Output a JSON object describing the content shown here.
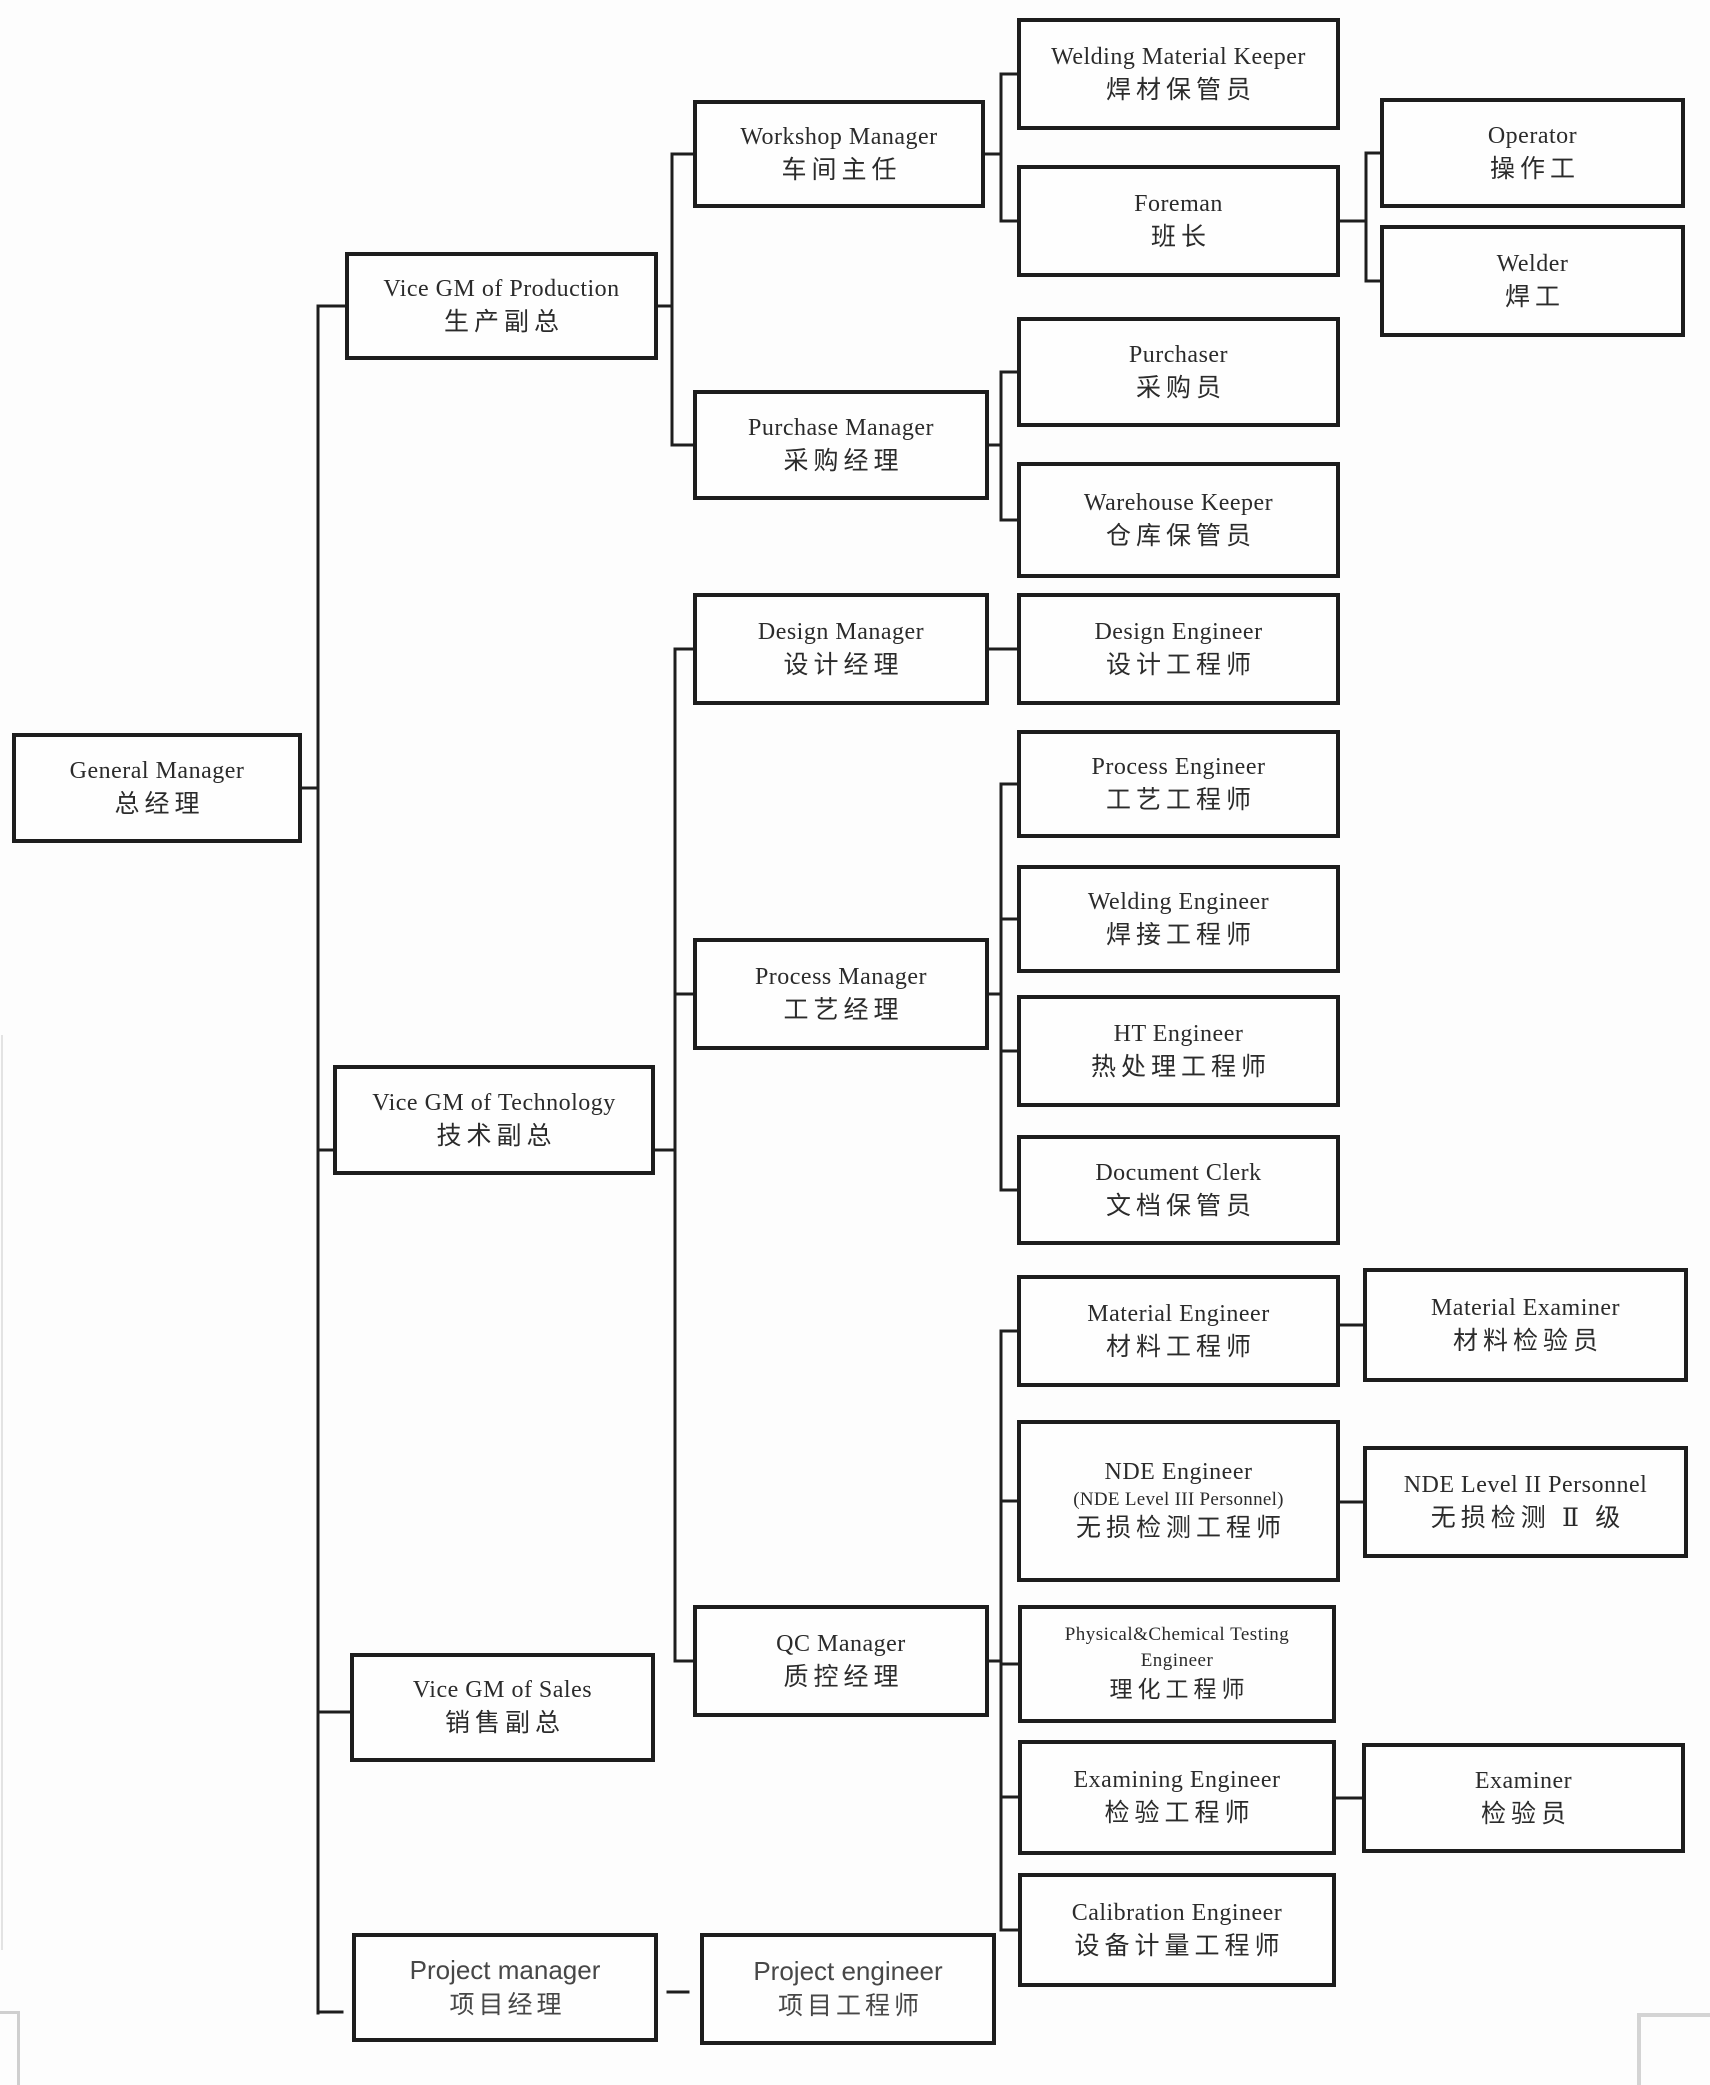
{
  "org_chart": {
    "nodes": {
      "gm": {
        "en": "General Manager",
        "zh": "总经理"
      },
      "vp_prod": {
        "en": "Vice GM of Production",
        "zh": "生产副总"
      },
      "vp_tech": {
        "en": "Vice GM of Technology",
        "zh": "技术副总"
      },
      "vp_sales": {
        "en": "Vice GM of Sales",
        "zh": "销售副总"
      },
      "proj_mgr": {
        "en": "Project manager",
        "zh": "项目经理"
      },
      "workshop_mgr": {
        "en": "Workshop Manager",
        "zh": "车间主任"
      },
      "purchase_mgr": {
        "en": "Purchase Manager",
        "zh": "采购经理"
      },
      "design_mgr": {
        "en": "Design Manager",
        "zh": "设计经理"
      },
      "process_mgr": {
        "en": "Process Manager",
        "zh": "工艺经理"
      },
      "qc_mgr": {
        "en": "QC Manager",
        "zh": "质控经理"
      },
      "proj_eng": {
        "en": "Project engineer",
        "zh": "项目工程师"
      },
      "welding_material_keeper": {
        "en": "Welding Material Keeper",
        "zh": "焊材保管员"
      },
      "foreman": {
        "en": "Foreman",
        "zh": "班长"
      },
      "operator": {
        "en": "Operator",
        "zh": "操作工"
      },
      "welder": {
        "en": "Welder",
        "zh": "焊工"
      },
      "purchaser": {
        "en": "Purchaser",
        "zh": "采购员"
      },
      "warehouse_keeper": {
        "en": "Warehouse Keeper",
        "zh": "仓库保管员"
      },
      "design_eng": {
        "en": "Design Engineer",
        "zh": "设计工程师"
      },
      "process_eng": {
        "en": "Process Engineer",
        "zh": "工艺工程师"
      },
      "welding_eng": {
        "en": "Welding Engineer",
        "zh": "焊接工程师"
      },
      "ht_eng": {
        "en": "HT Engineer",
        "zh": "热处理工程师"
      },
      "doc_clerk": {
        "en": "Document Clerk",
        "zh": "文档保管员"
      },
      "material_eng": {
        "en": "Material Engineer",
        "zh": "材料工程师"
      },
      "nde_eng": {
        "en": "NDE Engineer",
        "sub": "(NDE Level III Personnel)",
        "zh": "无损检测工程师"
      },
      "pct_eng": {
        "en1": "Physical&Chemical Testing",
        "en2": "Engineer",
        "zh": "理化工程师"
      },
      "examining_eng": {
        "en": "Examining Engineer",
        "zh": "检验工程师"
      },
      "calibration_eng": {
        "en": "Calibration Engineer",
        "zh": "设备计量工程师"
      },
      "material_examiner": {
        "en": "Material Examiner",
        "zh": "材料检验员"
      },
      "nde_level2": {
        "en": "NDE Level II Personnel",
        "zh": "无损检测 Ⅱ 级"
      },
      "examiner": {
        "en": "Examiner",
        "zh": "检验员"
      }
    },
    "reports": {
      "gm": [
        "vp_prod",
        "vp_tech",
        "vp_sales",
        "proj_mgr"
      ],
      "vp_prod": [
        "workshop_mgr",
        "purchase_mgr"
      ],
      "workshop_mgr": [
        "welding_material_keeper",
        "foreman"
      ],
      "foreman": [
        "operator",
        "welder"
      ],
      "purchase_mgr": [
        "purchaser",
        "warehouse_keeper"
      ],
      "vp_tech": [
        "design_mgr",
        "process_mgr",
        "qc_mgr"
      ],
      "design_mgr": [
        "design_eng"
      ],
      "process_mgr": [
        "process_eng",
        "welding_eng",
        "ht_eng",
        "doc_clerk"
      ],
      "qc_mgr": [
        "material_eng",
        "nde_eng",
        "pct_eng",
        "examining_eng",
        "calibration_eng"
      ],
      "material_eng": [
        "material_examiner"
      ],
      "nde_eng": [
        "nde_level2"
      ],
      "examining_eng": [
        "examiner"
      ],
      "proj_mgr": [
        "proj_eng"
      ]
    },
    "colors": {
      "line": "#1e1e1e",
      "box_border": "#1d1d1d",
      "text": "#2b2b2b",
      "artifact_gray": "#d4d4d4"
    }
  }
}
